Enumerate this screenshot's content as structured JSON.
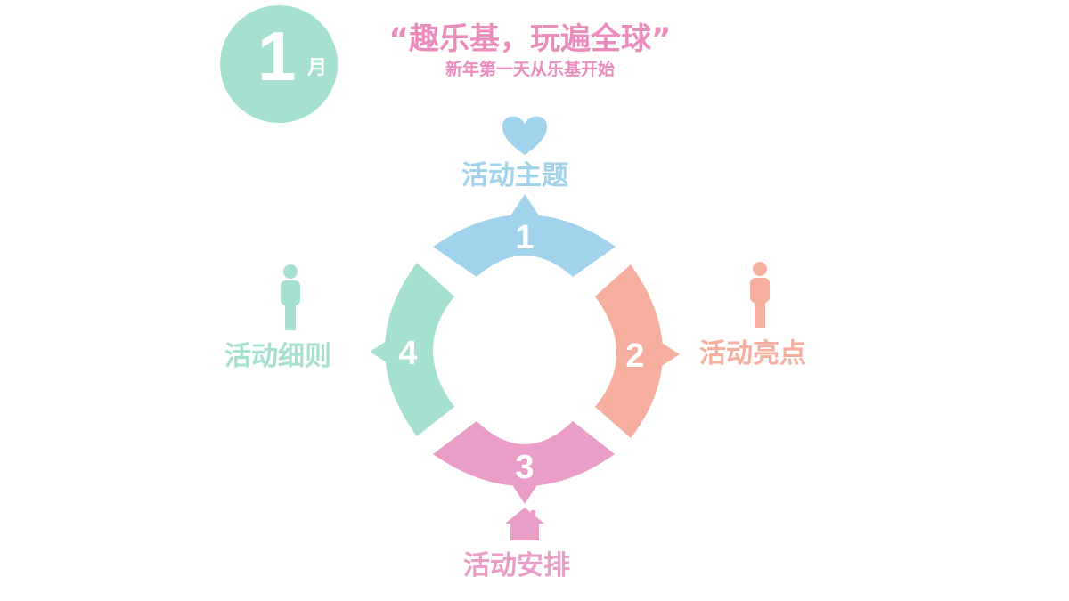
{
  "header": {
    "month_number": "1",
    "month_unit": "月",
    "title": "“趣乐基，玩遍全球”",
    "subtitle": "新年第一天从乐基开始"
  },
  "cycle": {
    "segments": [
      {
        "number": "1",
        "label": "活动主题",
        "icon": "heart-icon",
        "color": "#a2d3ec"
      },
      {
        "number": "2",
        "label": "活动亮点",
        "icon": "person-icon",
        "color": "#f6ae9e"
      },
      {
        "number": "3",
        "label": "活动安排",
        "icon": "house-icon",
        "color": "#e99dc7"
      },
      {
        "number": "4",
        "label": "活动细则",
        "icon": "person-icon",
        "color": "#a6e0d1"
      }
    ]
  }
}
